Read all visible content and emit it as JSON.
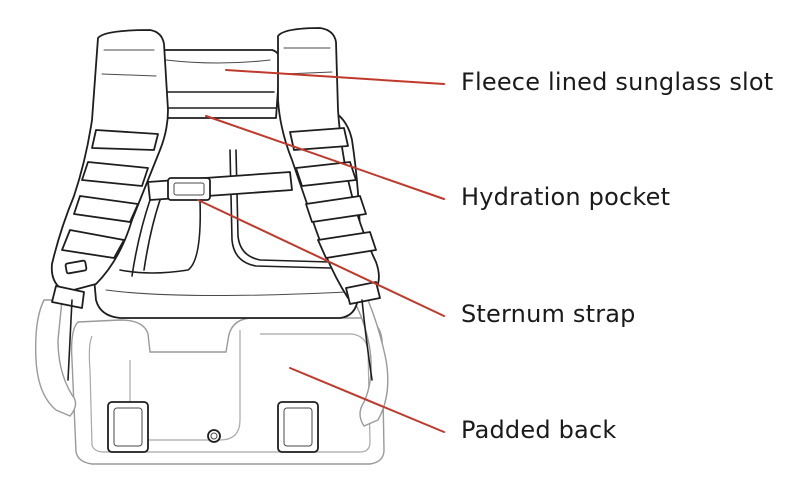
{
  "callouts": [
    {
      "id": "sunglass-slot",
      "label": "Fleece lined sunglass slot"
    },
    {
      "id": "hydration-pocket",
      "label": "Hydration pocket"
    },
    {
      "id": "sternum-strap",
      "label": "Sternum strap"
    },
    {
      "id": "padded-back",
      "label": "Padded back"
    }
  ],
  "colors": {
    "leader_line": "#c0392b",
    "outline": "#1e1e1e",
    "text": "#1a1a1a"
  }
}
